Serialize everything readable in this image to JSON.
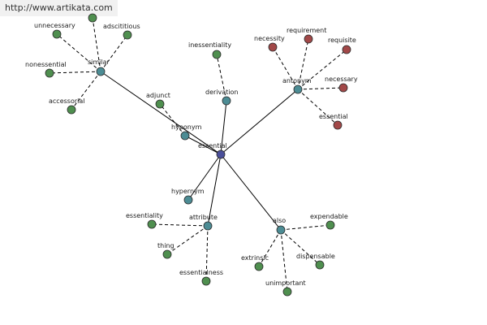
{
  "watermark": "http://www.artikata.com",
  "colors": {
    "center": "#4a4f9a",
    "relation": "#4c8c94",
    "word": "#4f8f4f",
    "antonym_word": "#a24848"
  },
  "nodes": [
    {
      "id": "essential_center",
      "label": "essential",
      "kind": "center"
    },
    {
      "id": "similar",
      "label": "similar",
      "kind": "relation"
    },
    {
      "id": "hyponym",
      "label": "hyponym",
      "kind": "relation"
    },
    {
      "id": "derivation",
      "label": "derivation",
      "kind": "relation"
    },
    {
      "id": "antonym",
      "label": "antonym",
      "kind": "relation"
    },
    {
      "id": "hypernym",
      "label": "hypernym",
      "kind": "relation"
    },
    {
      "id": "attribute",
      "label": "attribute",
      "kind": "relation"
    },
    {
      "id": "also",
      "label": "also",
      "kind": "relation"
    },
    {
      "id": "unnecessary",
      "label": "unnecessary",
      "kind": "word"
    },
    {
      "id": "adscititious",
      "label": "adscititious",
      "kind": "word"
    },
    {
      "id": "nonessential",
      "label": "nonessential",
      "kind": "word"
    },
    {
      "id": "accessorial",
      "label": "accessorial",
      "kind": "word"
    },
    {
      "id": "top_unlabeled",
      "label": "",
      "kind": "word"
    },
    {
      "id": "adjunct",
      "label": "adjunct",
      "kind": "word"
    },
    {
      "id": "inessentiality",
      "label": "inessentiality",
      "kind": "word"
    },
    {
      "id": "necessity",
      "label": "necessity",
      "kind": "antonym_word"
    },
    {
      "id": "requirement",
      "label": "requirement",
      "kind": "antonym_word"
    },
    {
      "id": "requisite",
      "label": "requisite",
      "kind": "antonym_word"
    },
    {
      "id": "necessary",
      "label": "necessary",
      "kind": "antonym_word"
    },
    {
      "id": "essential_ant",
      "label": "essential",
      "kind": "antonym_word"
    },
    {
      "id": "essentiality",
      "label": "essentiality",
      "kind": "word"
    },
    {
      "id": "thing",
      "label": "thing",
      "kind": "word"
    },
    {
      "id": "essentialness",
      "label": "essentialness",
      "kind": "word"
    },
    {
      "id": "expendable",
      "label": "expendable",
      "kind": "word"
    },
    {
      "id": "extrinsic",
      "label": "extrinsic",
      "kind": "word"
    },
    {
      "id": "dispensable",
      "label": "dispensable",
      "kind": "word"
    },
    {
      "id": "unimportant",
      "label": "unimportant",
      "kind": "word"
    }
  ],
  "edges": [
    {
      "from": "essential_center",
      "to": "similar",
      "style": "solid"
    },
    {
      "from": "essential_center",
      "to": "hyponym",
      "style": "solid"
    },
    {
      "from": "essential_center",
      "to": "derivation",
      "style": "solid"
    },
    {
      "from": "essential_center",
      "to": "antonym",
      "style": "solid"
    },
    {
      "from": "essential_center",
      "to": "attribute",
      "style": "solid"
    },
    {
      "from": "essential_center",
      "to": "also",
      "style": "solid"
    },
    {
      "from": "essential_center",
      "to": "hypernym",
      "style": "solid"
    },
    {
      "from": "similar",
      "to": "unnecessary",
      "style": "dashed"
    },
    {
      "from": "similar",
      "to": "adscititious",
      "style": "dashed"
    },
    {
      "from": "similar",
      "to": "nonessential",
      "style": "dashed"
    },
    {
      "from": "similar",
      "to": "accessorial",
      "style": "dashed"
    },
    {
      "from": "similar",
      "to": "top_unlabeled",
      "style": "dashed"
    },
    {
      "from": "hyponym",
      "to": "adjunct",
      "style": "dashed"
    },
    {
      "from": "derivation",
      "to": "inessentiality",
      "style": "dashed"
    },
    {
      "from": "antonym",
      "to": "necessity",
      "style": "dashed"
    },
    {
      "from": "antonym",
      "to": "requirement",
      "style": "dashed"
    },
    {
      "from": "antonym",
      "to": "requisite",
      "style": "dashed"
    },
    {
      "from": "antonym",
      "to": "necessary",
      "style": "dashed"
    },
    {
      "from": "antonym",
      "to": "essential_ant",
      "style": "dashed"
    },
    {
      "from": "attribute",
      "to": "essentiality",
      "style": "dashed"
    },
    {
      "from": "attribute",
      "to": "thing",
      "style": "dashed"
    },
    {
      "from": "attribute",
      "to": "essentialness",
      "style": "dashed"
    },
    {
      "from": "also",
      "to": "expendable",
      "style": "dashed"
    },
    {
      "from": "also",
      "to": "extrinsic",
      "style": "dashed"
    },
    {
      "from": "also",
      "to": "dispensable",
      "style": "dashed"
    },
    {
      "from": "also",
      "to": "unimportant",
      "style": "dashed"
    }
  ]
}
